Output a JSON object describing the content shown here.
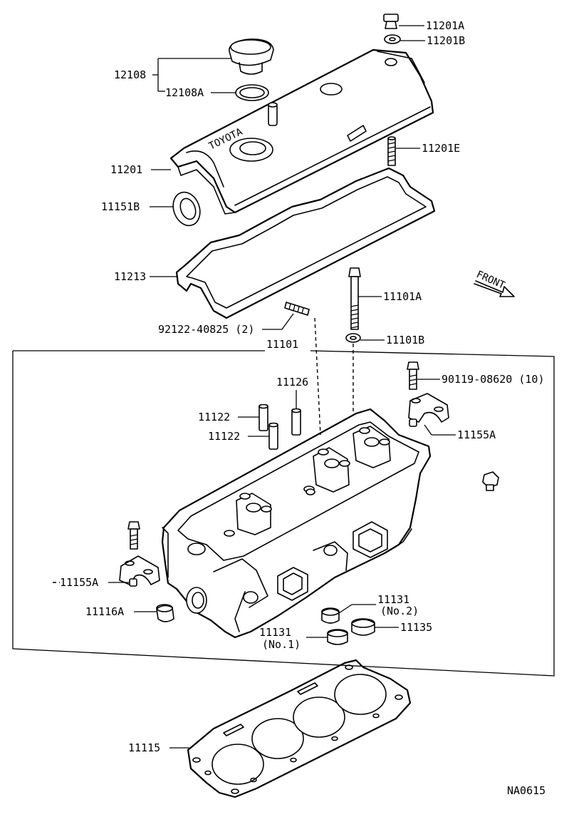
{
  "parts": {
    "p11201A": "11201A",
    "p11201B": "11201B",
    "p12108": "12108",
    "p12108A": "12108A",
    "p11201E": "11201E",
    "p11201": "11201",
    "p11151B": "11151B",
    "p11213": "11213",
    "p11101A": "11101A",
    "p92122": "92122-40825 (2)",
    "p11101B": "11101B",
    "p11101": "11101",
    "p11126": "11126",
    "p90119": "90119-08620 (10)",
    "p11122a": "11122",
    "p11122b": "11122",
    "p11155Aa": "11155A",
    "p11155Ab": "11155A",
    "p11131no2": "11131",
    "p11131no2sub": "(No.2)",
    "p11116A": "11116A",
    "p11135": "11135",
    "p11131no1": "11131",
    "p11131no1sub": "(No.1)",
    "p11115": "11115"
  },
  "front_label": "FRONT",
  "cover_brand": "TOYOTA",
  "figure_code": "NA0615"
}
